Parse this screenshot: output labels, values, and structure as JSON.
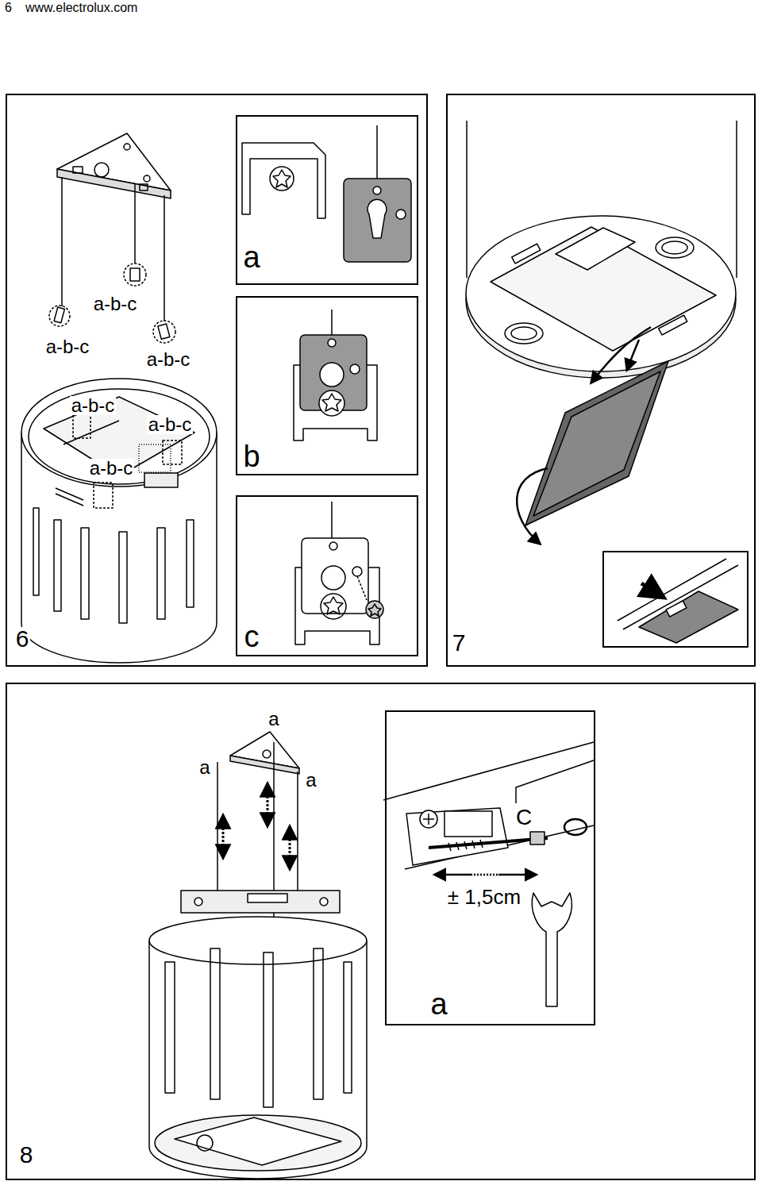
{
  "diagram": {
    "nodes": [
      {
        "text": [
          "6"
        ]
      },
      {
        "text": [
          "a"
        ],
        "in": 0
      },
      {
        "text": [
          "b"
        ],
        "in": 0
      },
      {
        "text": [
          "c"
        ],
        "in": 0
      },
      {
        "text": [
          "7"
        ]
      },
      {
        "text": [
          "8"
        ]
      },
      {
        "text": [
          "a"
        ],
        "in": 5
      }
    ],
    "labels": [
      "6",
      "www.electrolux.com",
      "a-b-c",
      "a-b-c",
      "a-b-c",
      "a-b-c",
      "a-b-c",
      "a-b-c",
      "a",
      "a",
      "a",
      "C",
      "± 1,5cm"
    ]
  }
}
